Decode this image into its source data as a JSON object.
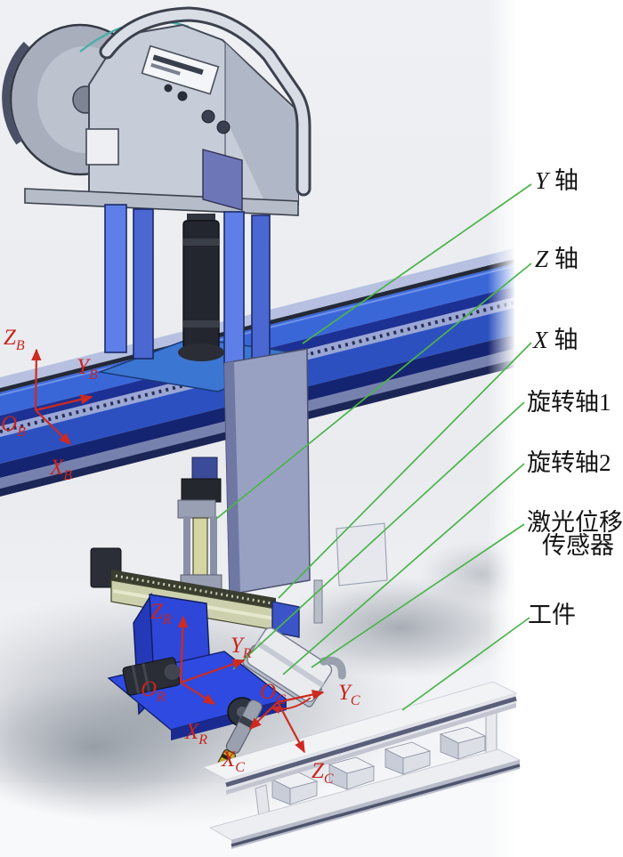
{
  "figure_labels": {
    "axis_y": {
      "letter": "Y",
      "word": "轴"
    },
    "axis_z": {
      "letter": "Z",
      "word": "轴"
    },
    "axis_x": {
      "letter": "X",
      "word": "轴"
    },
    "rotary1": "旋转轴1",
    "rotary2": "旋转轴2",
    "laser_sensor_line1": "激光位移",
    "laser_sensor_line2": "传感器",
    "workpiece": "工件"
  },
  "coordinate_frames": {
    "base": {
      "origin": "O",
      "x": "X",
      "y": "Y",
      "z": "Z",
      "subscript": "B"
    },
    "rotary": {
      "origin": "O",
      "x": "X",
      "y": "Y",
      "z": "Z",
      "subscript": "R"
    },
    "sensor": {
      "origin": "O",
      "x": "X",
      "y": "Y",
      "z": "Z",
      "subscript": "C"
    }
  },
  "colors": {
    "frame_red": "#c8241c",
    "leader_green": "#4bb44b",
    "machine_blue": "#3a67d8",
    "rail_navy": "#16246e"
  }
}
